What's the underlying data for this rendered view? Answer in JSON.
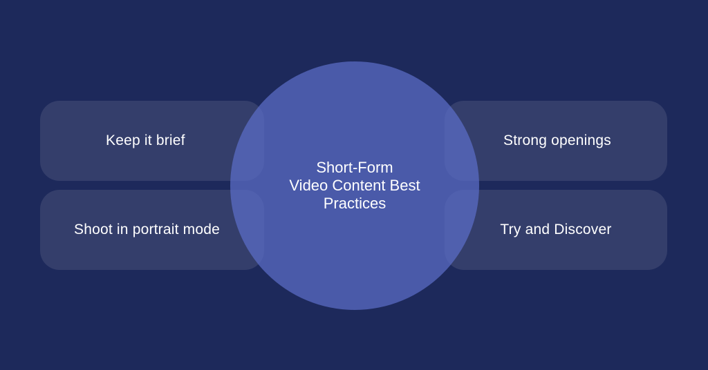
{
  "center": {
    "title": "Short-Form\nVideo Content Best\nPractices"
  },
  "items": [
    {
      "label": "Keep it brief"
    },
    {
      "label": "Shoot in portrait mode"
    },
    {
      "label": "Strong openings"
    },
    {
      "label": "Try and Discover"
    }
  ],
  "colors": {
    "background": "#1d295b",
    "circle": "#5c6ec8",
    "text": "#ffffff"
  }
}
